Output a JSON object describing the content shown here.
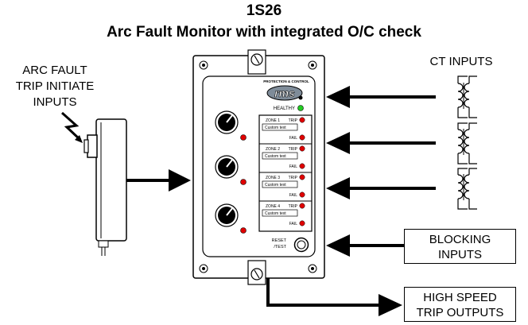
{
  "header": {
    "model": "1S26",
    "subtitle": "Arc Fault Monitor with integrated O/C check"
  },
  "labels": {
    "arc_inputs_line1": "ARC FAULT",
    "arc_inputs_line2": "TRIP INITIATE",
    "arc_inputs_line3": "INPUTS",
    "ct_inputs": "CT INPUTS",
    "blocking_line1": "BLOCKING",
    "blocking_line2": "INPUTS",
    "outputs_line1": "HIGH SPEED",
    "outputs_line2": "TRIP OUTPUTS"
  },
  "device": {
    "logo_banner": "PROTECTION & CONTROL",
    "logo_text": "rms",
    "healthy_label": "HEALTHY",
    "reset_label_line1": "RESET",
    "reset_label_line2": "/TEST",
    "zones": [
      {
        "name": "ZONE 1",
        "trip": "TRIP",
        "custom": "Custom text",
        "fail": "FAIL"
      },
      {
        "name": "ZONE 2",
        "trip": "TRIP",
        "custom": "Custom text",
        "fail": "FAIL"
      },
      {
        "name": "ZONE 3",
        "trip": "TRIP",
        "custom": "Custom text",
        "fail": "FAIL"
      },
      {
        "name": "ZONE 4",
        "trip": "TRIP",
        "custom": "Custom text",
        "fail": "FAIL"
      }
    ]
  },
  "colors": {
    "trip_led": "#e00000",
    "healthy_led": "#22cc22",
    "logo_fill": "#7f8c99"
  }
}
